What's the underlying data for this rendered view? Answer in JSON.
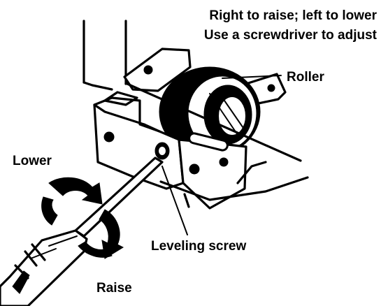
{
  "instructions": {
    "line1": "Right to raise; left to lower",
    "line2": "Use a screwdriver to adjust"
  },
  "labels": {
    "roller": "Roller",
    "lower": "Lower",
    "raise": "Raise",
    "leveling_screw": "Leveling screw"
  },
  "colors": {
    "ink": "#000000",
    "paper": "#ffffff"
  },
  "icons": {
    "lower_arrow": "curved-arrow-counterclockwise-icon",
    "raise_arrow": "curved-arrow-clockwise-icon"
  }
}
